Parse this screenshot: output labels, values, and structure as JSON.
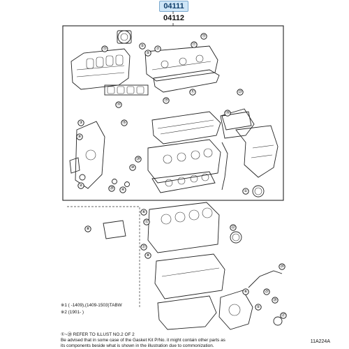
{
  "header": {
    "kit_tag": "04111",
    "subkit_number": "04112"
  },
  "diagram": {
    "frame_color": "#222222",
    "callouts": [
      {
        "id": "c1",
        "label": "⑬"
      },
      {
        "id": "c2",
        "label": "⑤"
      },
      {
        "id": "c3",
        "label": "⑤"
      },
      {
        "id": "c4",
        "label": "⑮"
      },
      {
        "id": "c5",
        "label": "⑰"
      },
      {
        "id": "c6",
        "label": "⑦"
      },
      {
        "id": "c7",
        "label": "⑪"
      },
      {
        "id": "c8",
        "label": "⑭"
      },
      {
        "id": "c9",
        "label": "㉓"
      },
      {
        "id": "c10",
        "label": "⑱"
      },
      {
        "id": "c11",
        "label": "⑲"
      },
      {
        "id": "c12",
        "label": "⑯"
      },
      {
        "id": "c13",
        "label": "③"
      },
      {
        "id": "c14",
        "label": "⑨"
      },
      {
        "id": "c15",
        "label": "⑳"
      },
      {
        "id": "c16",
        "label": "⑩"
      },
      {
        "id": "c17",
        "label": "②"
      },
      {
        "id": "c18",
        "label": "⑳"
      },
      {
        "id": "c19",
        "label": "④"
      },
      {
        "id": "c20",
        "label": "①"
      },
      {
        "id": "c21",
        "label": "⑧"
      },
      {
        "id": "c22",
        "label": "⑥"
      },
      {
        "id": "c23",
        "label": "⑫"
      },
      {
        "id": "c24",
        "label": "㉒"
      },
      {
        "id": "c25",
        "label": "㉑"
      },
      {
        "id": "c26",
        "label": "⑧"
      },
      {
        "id": "c27",
        "label": "㉔"
      },
      {
        "id": "c28",
        "label": "㉕"
      },
      {
        "id": "c29",
        "label": "㉖"
      },
      {
        "id": "c30",
        "label": "㉗"
      },
      {
        "id": "c31",
        "label": "⑥"
      },
      {
        "id": "c32",
        "label": "⑤"
      }
    ]
  },
  "footnotes": [
    "※1 (    -1409),(1409-1503)TABW",
    "※2 (1901-    )",
    "①~⑳ REFER TO ILLUST NO.2 OF 2",
    "Be advised that in some case of the Gasket Kit P/No. it might contain other parts as",
    "its components beside what is shown in the illustration due to commonization."
  ],
  "illustration_code": "11A224A"
}
